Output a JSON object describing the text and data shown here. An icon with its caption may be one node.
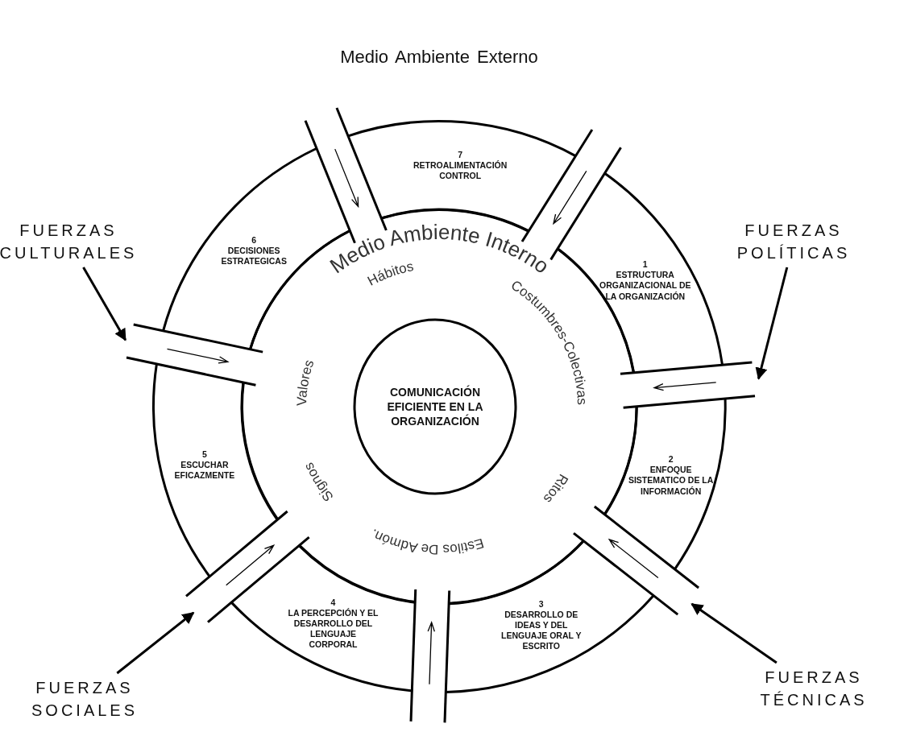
{
  "diagram": {
    "title": "Medio Ambiente Externo",
    "nodes": [
      {
        "text": [
          "Medio Ambiente Interno",
          "Valores",
          "Hábitos",
          "Costumbres-Colectivas",
          "Ritos",
          "Estilos De Admón.",
          "Signos"
        ]
      },
      {
        "text": [
          "COMUNICACIÓN EFICIENTE EN LA ORGANIZACIÓN"
        ],
        "in": 0
      },
      {
        "text": [
          "1",
          "ESTRUCTURA ORGANIZACIONAL DE LA ORGANIZACIÓN"
        ]
      },
      {
        "text": [
          "2",
          "ENFOQUE SISTEMATICO DE LA INFORMACIÓN"
        ]
      },
      {
        "text": [
          "3",
          "DESARROLLO DE IDEAS Y DEL LENGUAJE ORAL Y ESCRITO"
        ]
      },
      {
        "text": [
          "4",
          "LA PERCEPCIÓN Y EL DESARROLLO DEL LENGUAJE CORPORAL"
        ]
      },
      {
        "text": [
          "5",
          "ESCUCHAR EFICAZMENTE"
        ]
      },
      {
        "text": [
          "6",
          "DECISIONES ESTRATEGICAS"
        ]
      },
      {
        "text": [
          "7",
          "RETROALIMENTACIÓN CONTROL"
        ]
      },
      {
        "text": [
          "FUERZAS CULTURALES"
        ]
      },
      {
        "text": [
          "FUERZAS POLÍTICAS"
        ]
      },
      {
        "text": [
          "FUERZAS TÉCNICAS"
        ]
      },
      {
        "text": [
          "FUERZAS SOCIALES"
        ]
      },
      {
        "text": [],
        "shape": "band"
      },
      {
        "text": [],
        "shape": "band"
      },
      {
        "text": [],
        "shape": "band"
      },
      {
        "text": [],
        "shape": "band"
      },
      {
        "text": [],
        "shape": "band"
      },
      {
        "text": [],
        "shape": "band"
      },
      {
        "text": [],
        "shape": "band"
      }
    ],
    "edges": [
      {
        "from": 9,
        "to": 15,
        "arrow": "to"
      },
      {
        "from": 10,
        "to": 16,
        "arrow": "to"
      },
      {
        "from": 11,
        "to": 17,
        "arrow": "to"
      },
      {
        "from": 12,
        "to": 18,
        "arrow": "to"
      }
    ]
  }
}
